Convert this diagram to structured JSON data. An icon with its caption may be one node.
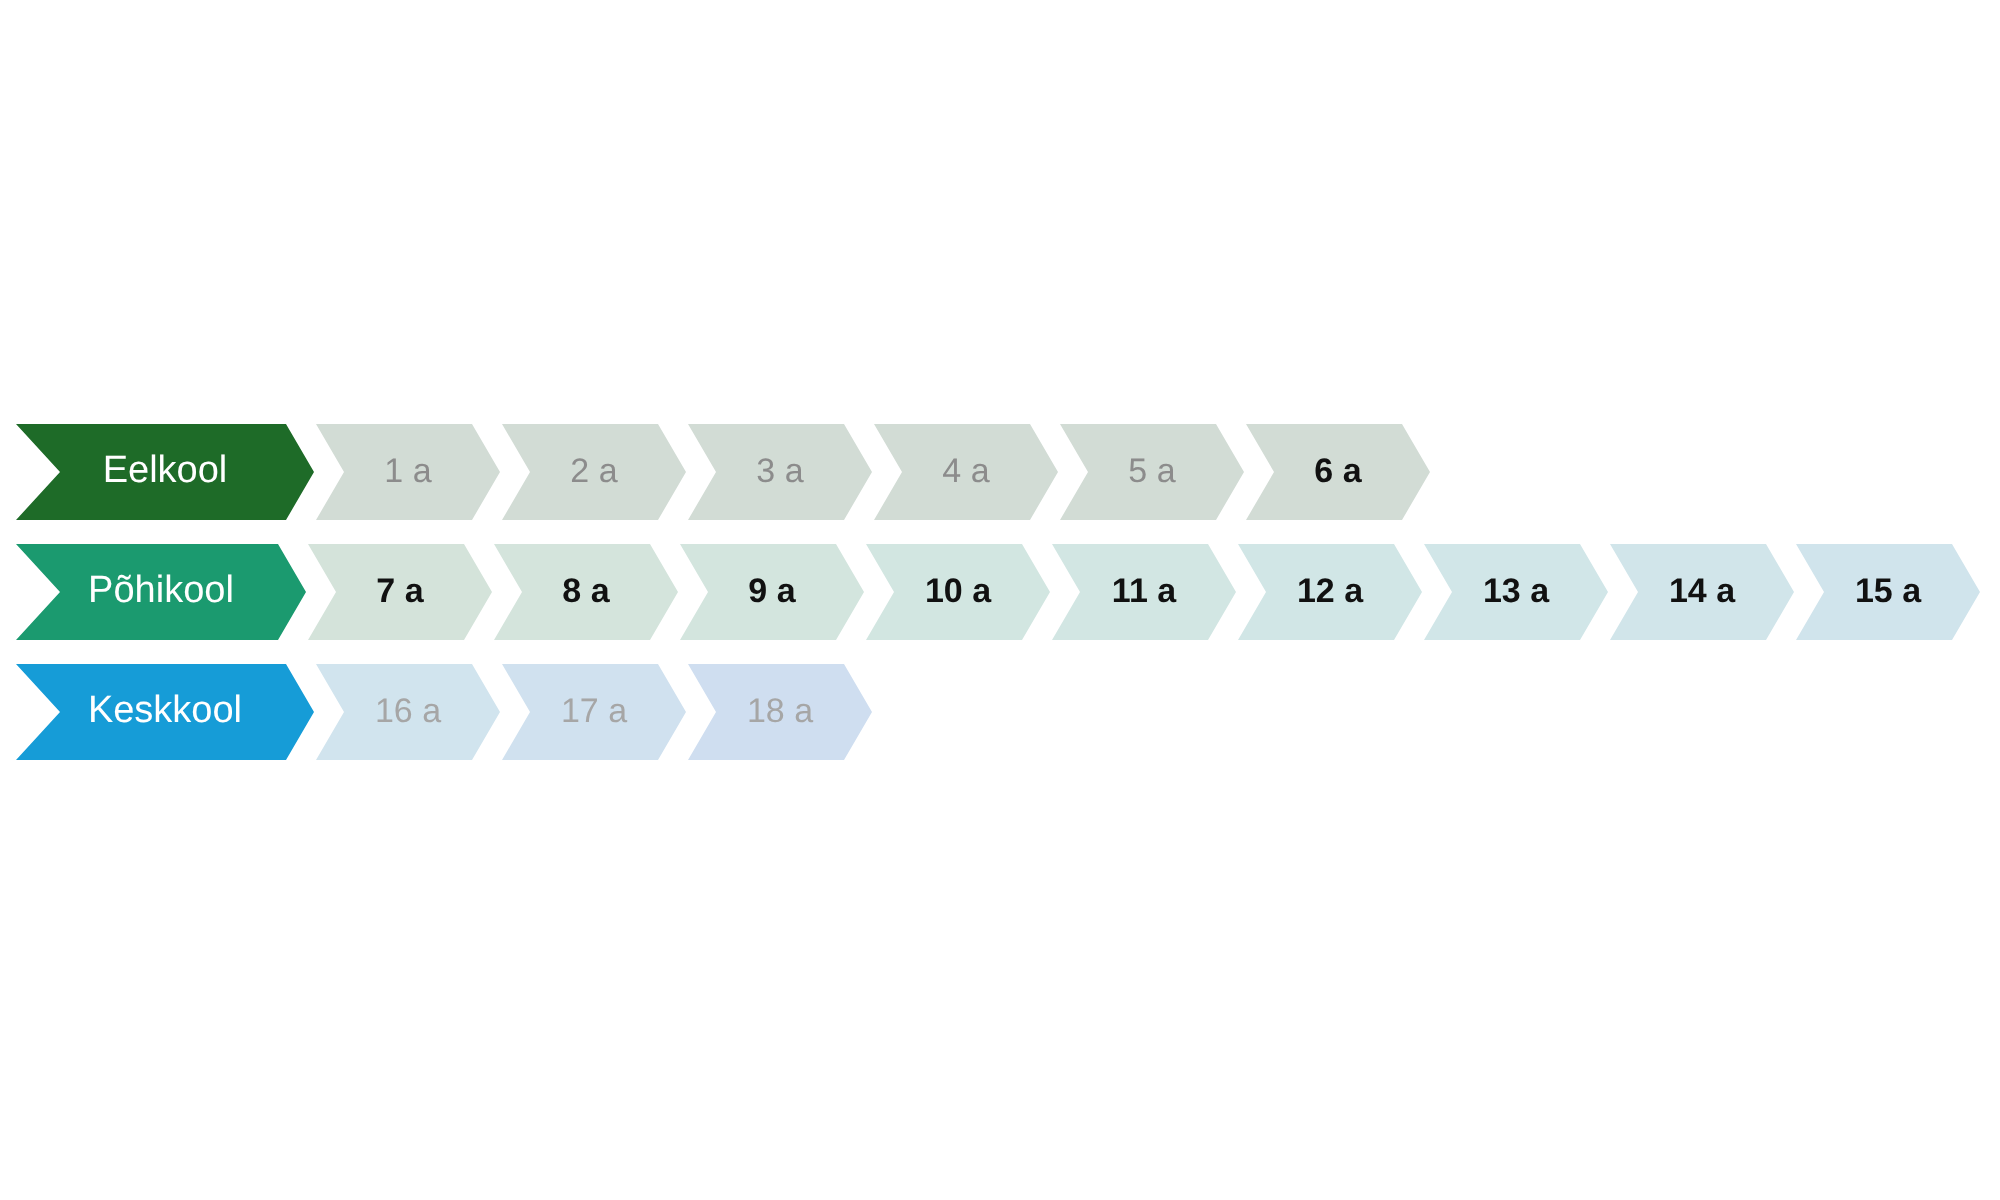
{
  "diagram": {
    "nodes": [
      {
        "text": [
          "Eelkool"
        ]
      },
      {
        "text": [
          "1 a"
        ]
      },
      {
        "text": [
          "2 a"
        ]
      },
      {
        "text": [
          "3 a"
        ]
      },
      {
        "text": [
          "4 a"
        ]
      },
      {
        "text": [
          "5 a"
        ]
      },
      {
        "text": [
          "6 a"
        ]
      },
      {
        "text": [
          "Põhikool"
        ]
      },
      {
        "text": [
          "7 a"
        ]
      },
      {
        "text": [
          "8 a"
        ]
      },
      {
        "text": [
          "9 a"
        ]
      },
      {
        "text": [
          "10 a"
        ]
      },
      {
        "text": [
          "11 a"
        ]
      },
      {
        "text": [
          "12 a"
        ]
      },
      {
        "text": [
          "13 a"
        ]
      },
      {
        "text": [
          "14 a"
        ]
      },
      {
        "text": [
          "15 a"
        ]
      },
      {
        "text": [
          "Keskkool"
        ]
      },
      {
        "text": [
          "16 a"
        ]
      },
      {
        "text": [
          "17 a"
        ]
      },
      {
        "text": [
          "18 a"
        ]
      }
    ]
  }
}
